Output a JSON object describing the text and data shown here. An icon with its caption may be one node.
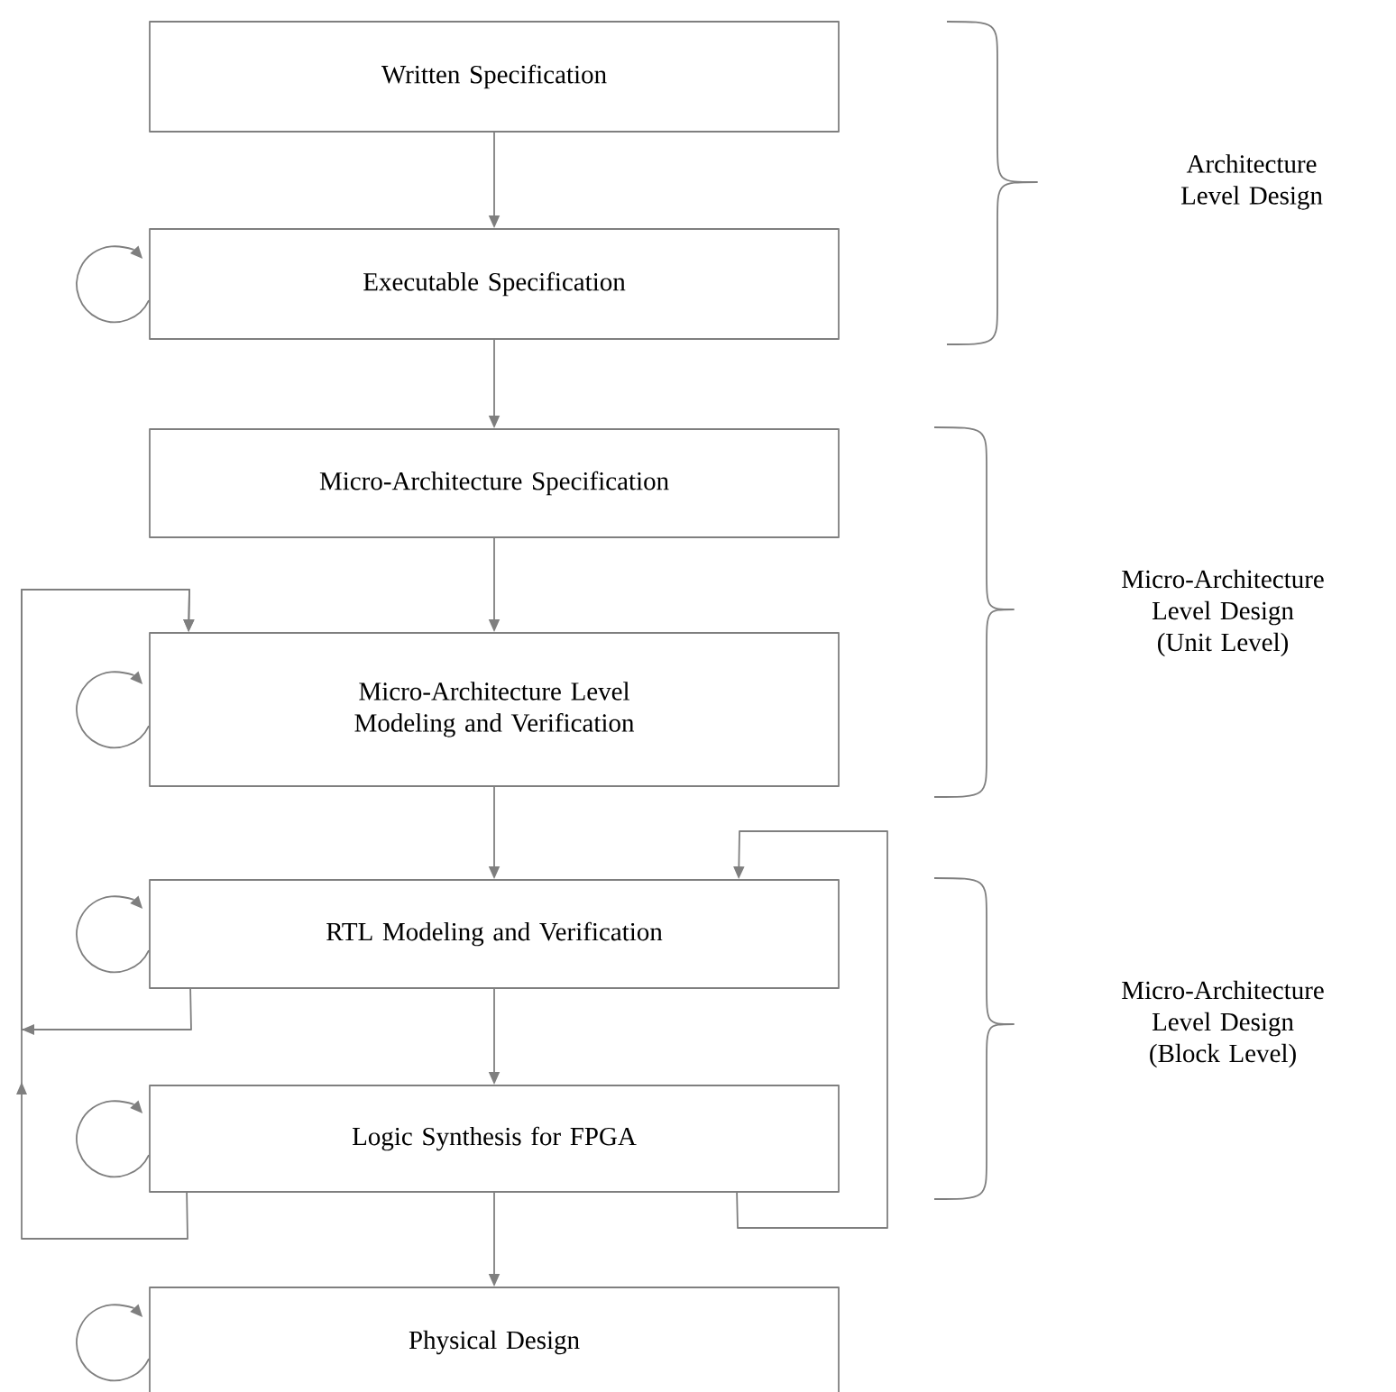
{
  "diagram": {
    "nodes": [
      {
        "text": [
          "Written Specification"
        ]
      },
      {
        "text": [
          "Executable Specification"
        ]
      },
      {
        "text": [
          "Micro-Architecture Specification"
        ]
      },
      {
        "text": [
          "Micro-Architecture Level Modeling and Verification"
        ]
      },
      {
        "text": [
          "RTL Modeling and Verification"
        ]
      },
      {
        "text": [
          "Logic Synthesis for FPGA"
        ]
      },
      {
        "text": [
          "Physical Design"
        ]
      }
    ],
    "edges": [
      {
        "from": 0,
        "to": 1,
        "arrow": "to"
      },
      {
        "from": 1,
        "to": 1,
        "arrow": "to"
      },
      {
        "from": 1,
        "to": 2,
        "arrow": "to"
      },
      {
        "from": 2,
        "to": 3,
        "arrow": "to"
      },
      {
        "from": 3,
        "to": 3,
        "arrow": "to"
      },
      {
        "from": 3,
        "to": 4,
        "arrow": "to"
      },
      {
        "from": 4,
        "to": 4,
        "arrow": "to"
      },
      {
        "from": 4,
        "to": 3,
        "arrow": "to"
      },
      {
        "from": 4,
        "to": 5,
        "arrow": "to"
      },
      {
        "from": 5,
        "to": 5,
        "arrow": "to"
      },
      {
        "from": 5,
        "to": 3,
        "arrow": "to"
      },
      {
        "from": 5,
        "to": 4,
        "arrow": "to"
      },
      {
        "from": 5,
        "to": 6,
        "arrow": "to"
      },
      {
        "from": 6,
        "to": 6,
        "arrow": "to"
      }
    ],
    "labels": [
      "Architecture Level Design",
      "Micro-Architecture Level Design (Unit Level)",
      "Micro-Architecture Level Design (Block Level)"
    ]
  }
}
